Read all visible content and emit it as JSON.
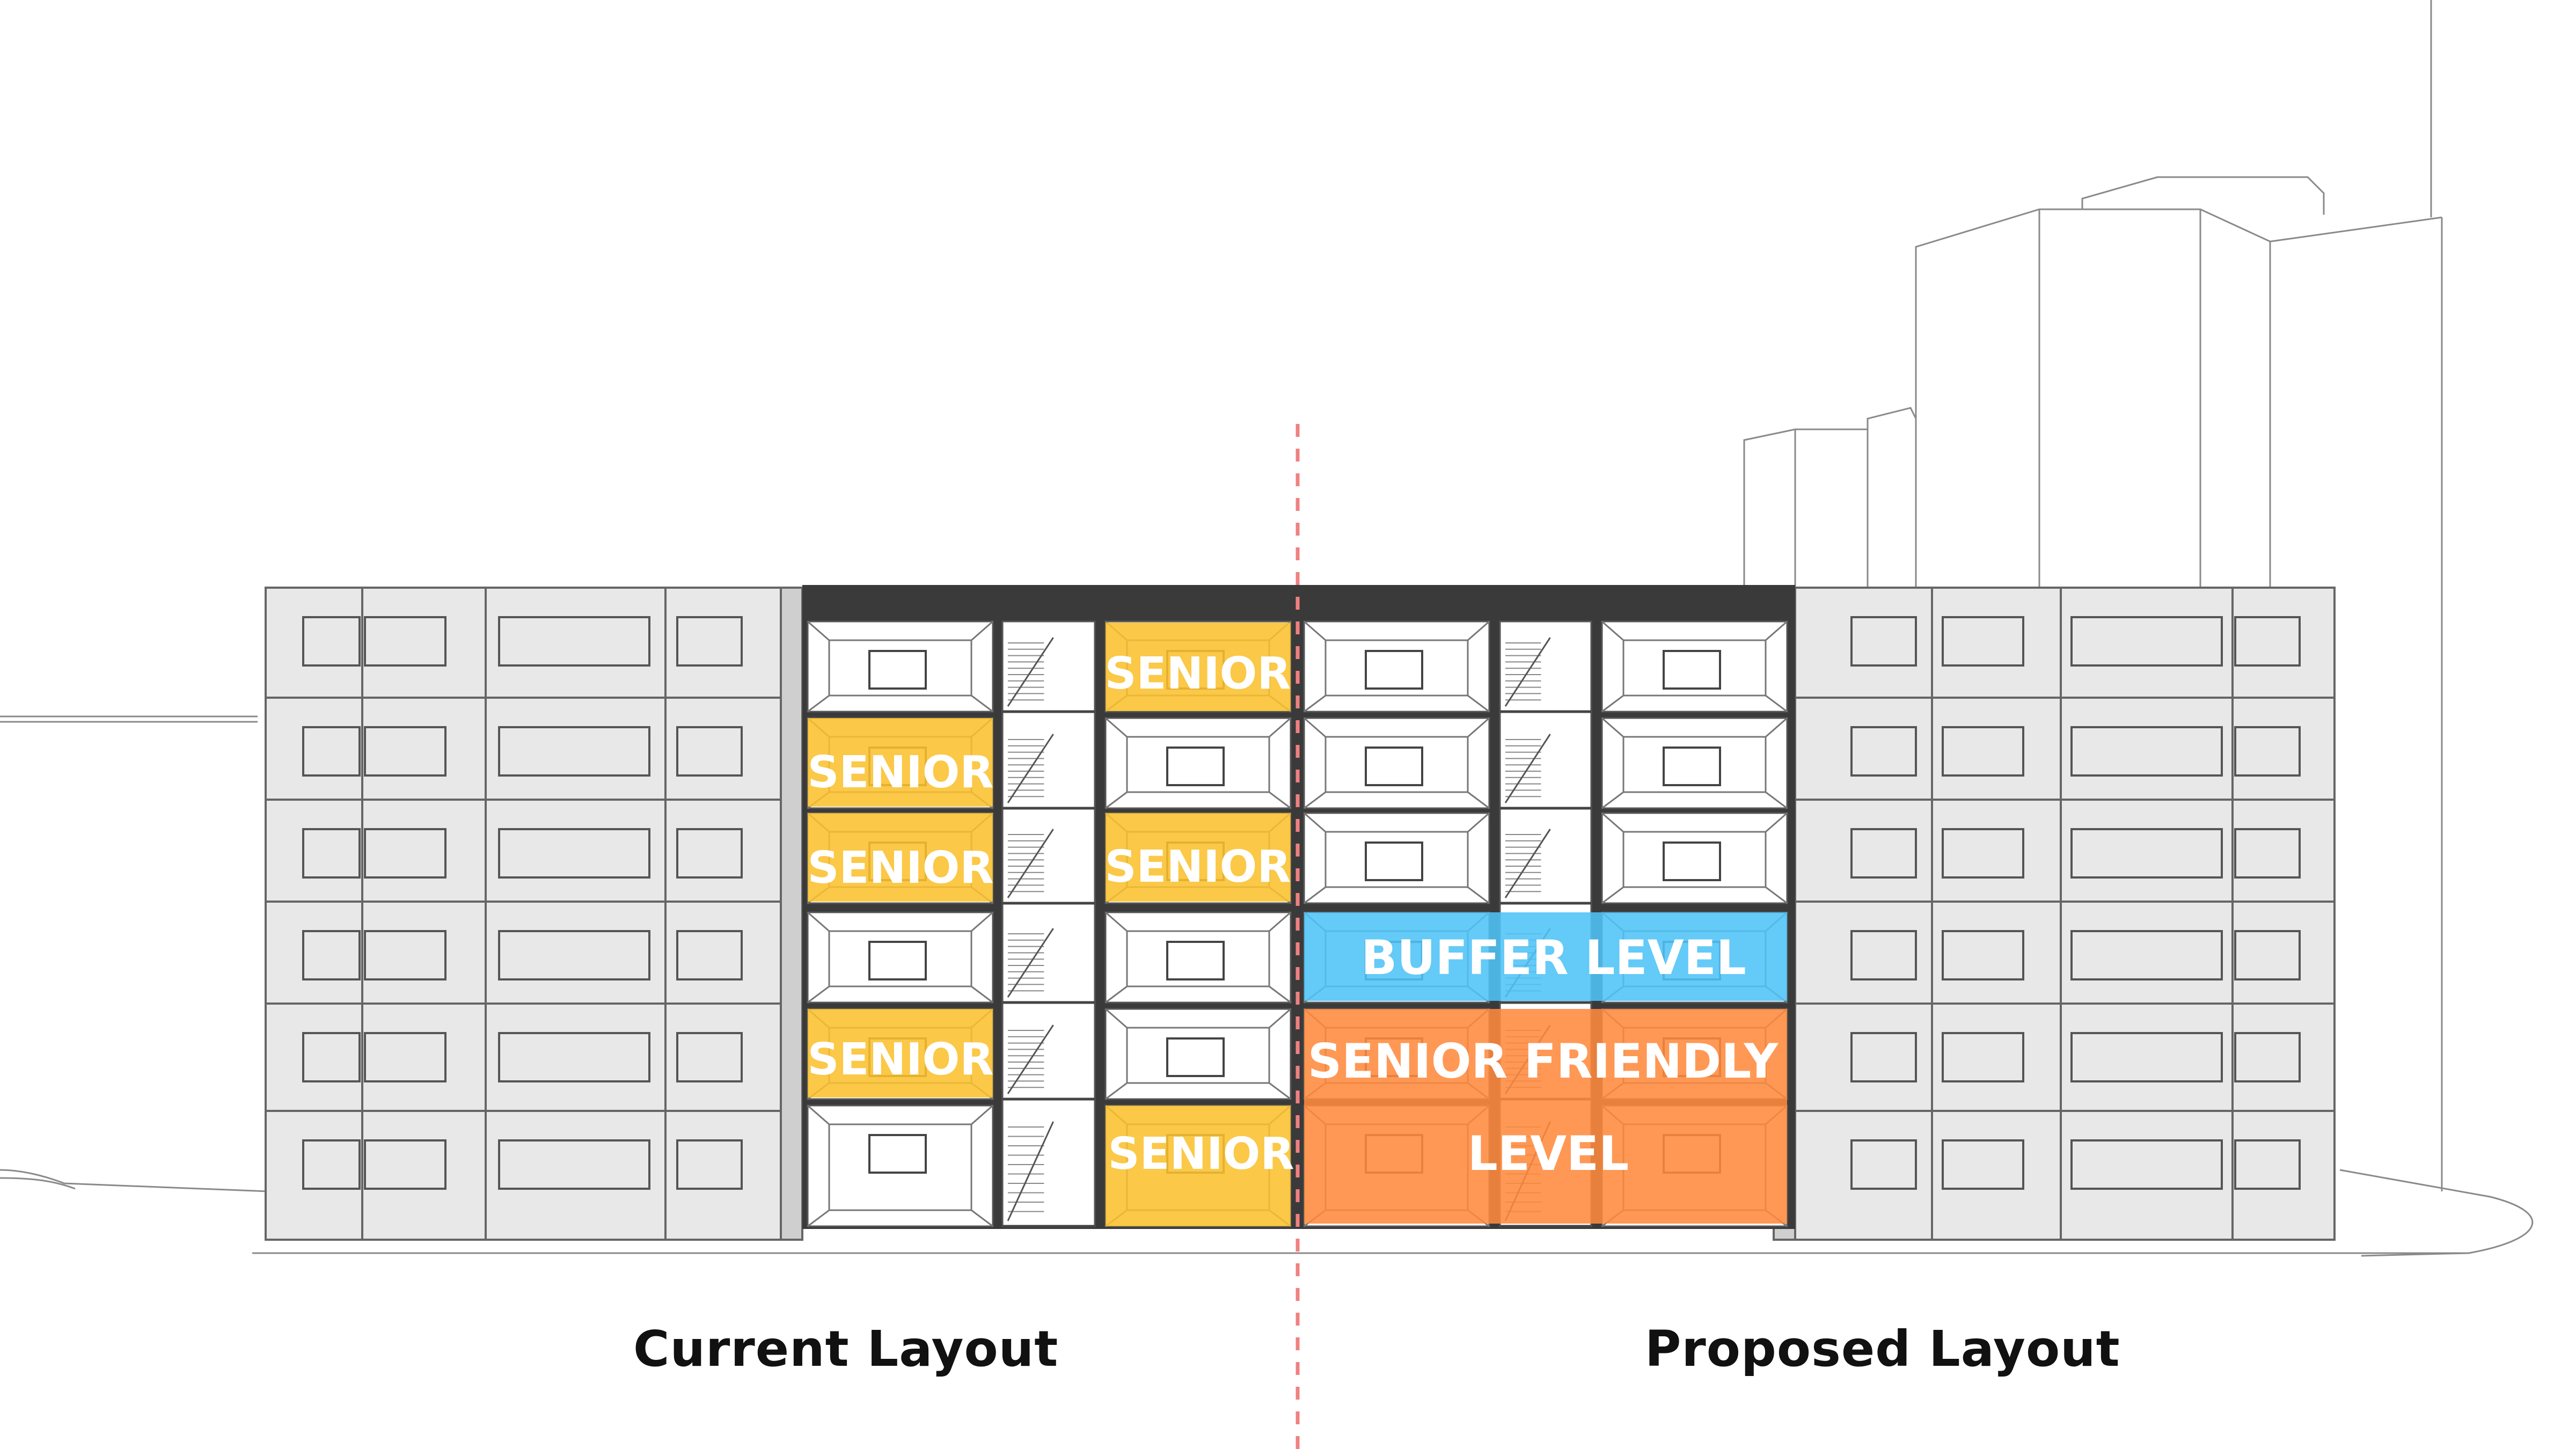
{
  "colors": {
    "senior": "#FBC02D",
    "buffer": "#4FC3F7",
    "friendly": "#FF8A3D",
    "frame": "#3a3a3a",
    "divider": "#F08080"
  },
  "unit_labels": {
    "left_col_f5": "SENIOR",
    "left_col_f4": "SENIOR",
    "left_col_f2": "SENIOR",
    "mid_col_f6": "SENIOR",
    "mid_col_f4": "SENIOR",
    "mid_col_f1": "SENIOR"
  },
  "proposed": {
    "buffer_label": "BUFFER LEVEL",
    "friendly_label_line1": "SENIOR FRIENDLY",
    "friendly_label_line2": "LEVEL"
  },
  "captions": {
    "current": "Current Layout",
    "proposed": "Proposed Layout"
  }
}
